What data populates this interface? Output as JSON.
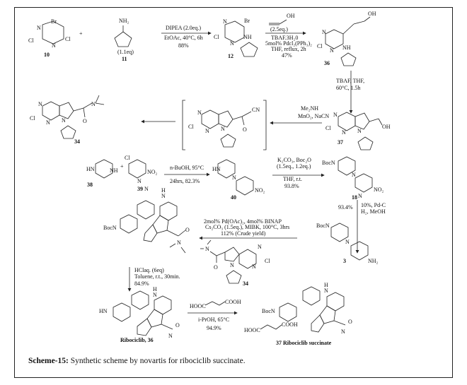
{
  "caption": {
    "label": "Scheme-15:",
    "text": " Synthetic scheme by novartis for ribociclib succinate."
  },
  "compounds": {
    "c10": "10",
    "c11": "11",
    "c11_eq": "(1.1eq)",
    "c12": "12",
    "c36": "36",
    "c37": "37",
    "c34a": "34",
    "c38": "38",
    "c39": "39",
    "c40": "40",
    "c18": "18",
    "c3": "3",
    "c34b": "34",
    "ribociclib": "Ribociclib, 36",
    "succinate": "37 Ribociclib succinate"
  },
  "atoms": {
    "N": "N",
    "Cl": "Cl",
    "Br": "Br",
    "NH": "NH",
    "NH2": "NH₂",
    "OH": "OH",
    "CN": "CN",
    "O": "O",
    "HN": "HN",
    "NO2": "NO₂",
    "BocN": "BocN",
    "H": "H",
    "HOOC": "HOOC",
    "COOH": "COOH",
    "plus": "+"
  },
  "steps": {
    "s1": [
      "DIPEA (2.0eq.)",
      "EtOAc, 40°C, 6h",
      "88%"
    ],
    "s2": [
      "(2.5eq.)",
      "TBAF.3H₂0",
      "5mol% Pdcl₂(PPh₃)₂",
      "THF, reflux, 2h",
      "47%"
    ],
    "s3": [
      "TBAF, THF,",
      "60°C, 1.5h"
    ],
    "s4": [
      "Me₂NH",
      "MnO₂, NaCN"
    ],
    "s5": [
      "n-BuOH, 95°C",
      "24hrs, 82.3%"
    ],
    "s6": [
      "K₂CO₃, Boc₂O",
      "(1.5eq., 1.2eq.)",
      "THF, r.t.",
      "93.8%"
    ],
    "s7": [
      "93.4%",
      "10%, Pd-C",
      "H₂, MeOH"
    ],
    "s8": [
      "2mol% Pd(OAc)₂, 4mol% BINAP",
      "Cs₂CO₃ (1.5eq.), MIBK, 100°C, 3hrs",
      "112% (Crude yield)"
    ],
    "s9": [
      "HClaq. (6eq)",
      "Toluene, r.t., 30min.",
      "84.9%"
    ],
    "s10": [
      "i-PrOH, 65°C",
      "94.9%"
    ]
  }
}
